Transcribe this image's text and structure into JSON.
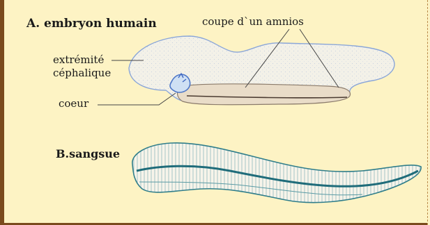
{
  "panel_a": {
    "title": "A. embryon humain",
    "labels": {
      "amnios": "coupe d`un  amnios",
      "head_line1": "extrémité",
      "head_line2": "céphalique",
      "heart": "coeur"
    }
  },
  "panel_b": {
    "title": "B.sangsue"
  },
  "colors": {
    "background": "#fdf3c4",
    "frame": "#7a4a1c",
    "embryo_fill": "#f2f0e6",
    "embryo_outline": "#8aa6d8",
    "leech_line": "#2f7d8a"
  }
}
